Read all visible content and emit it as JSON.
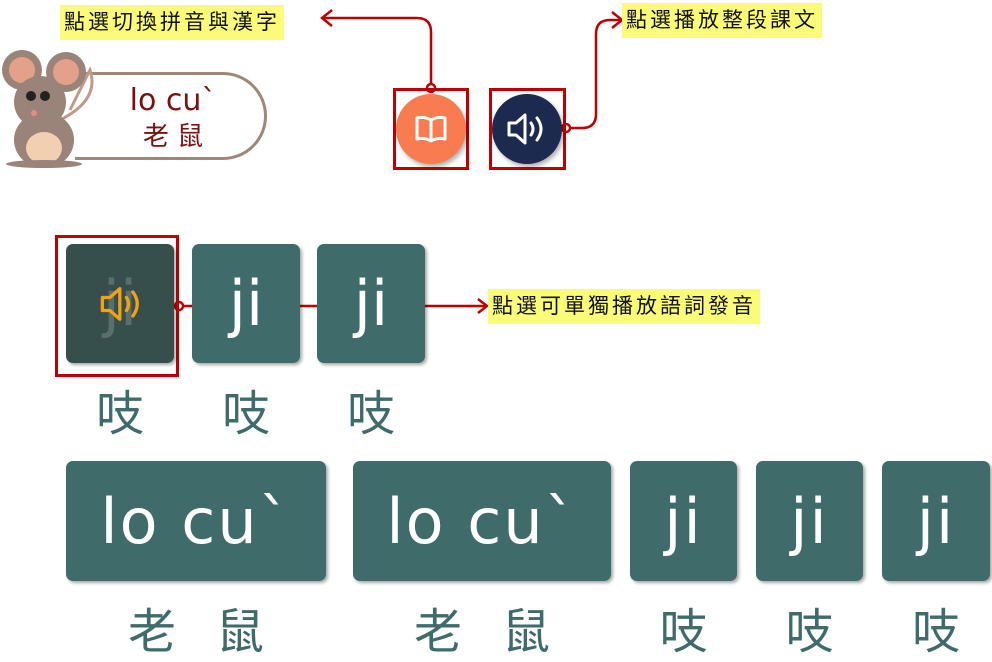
{
  "hints": {
    "toggle": "點選切換拼音與漢字",
    "play_all": "點選播放整段課文",
    "play_word": "點選可單獨播放語詞發音"
  },
  "title_card": {
    "pinyin": "lo cu`",
    "hanzi": "老 鼠"
  },
  "buttons": {
    "toggle_icon": "book-icon",
    "play_icon": "speaker-icon"
  },
  "row1": [
    {
      "pinyin": "ji",
      "hanzi": "吱",
      "playing": true
    },
    {
      "pinyin": "ji",
      "hanzi": "吱"
    },
    {
      "pinyin": "ji",
      "hanzi": "吱"
    }
  ],
  "row2": [
    {
      "pinyin": "lo cu`",
      "hanzi": "老鼠"
    },
    {
      "pinyin": "lo cu`",
      "hanzi": "老鼠"
    },
    {
      "pinyin": "ji",
      "hanzi": "吱"
    },
    {
      "pinyin": "ji",
      "hanzi": "吱"
    },
    {
      "pinyin": "ji",
      "hanzi": "吱"
    }
  ],
  "colors": {
    "tile": "#3f6b6b",
    "accent": "#c00000",
    "orange": "#f87c4f",
    "navy": "#1c2a4f",
    "highlight": "#fbfb7a"
  }
}
